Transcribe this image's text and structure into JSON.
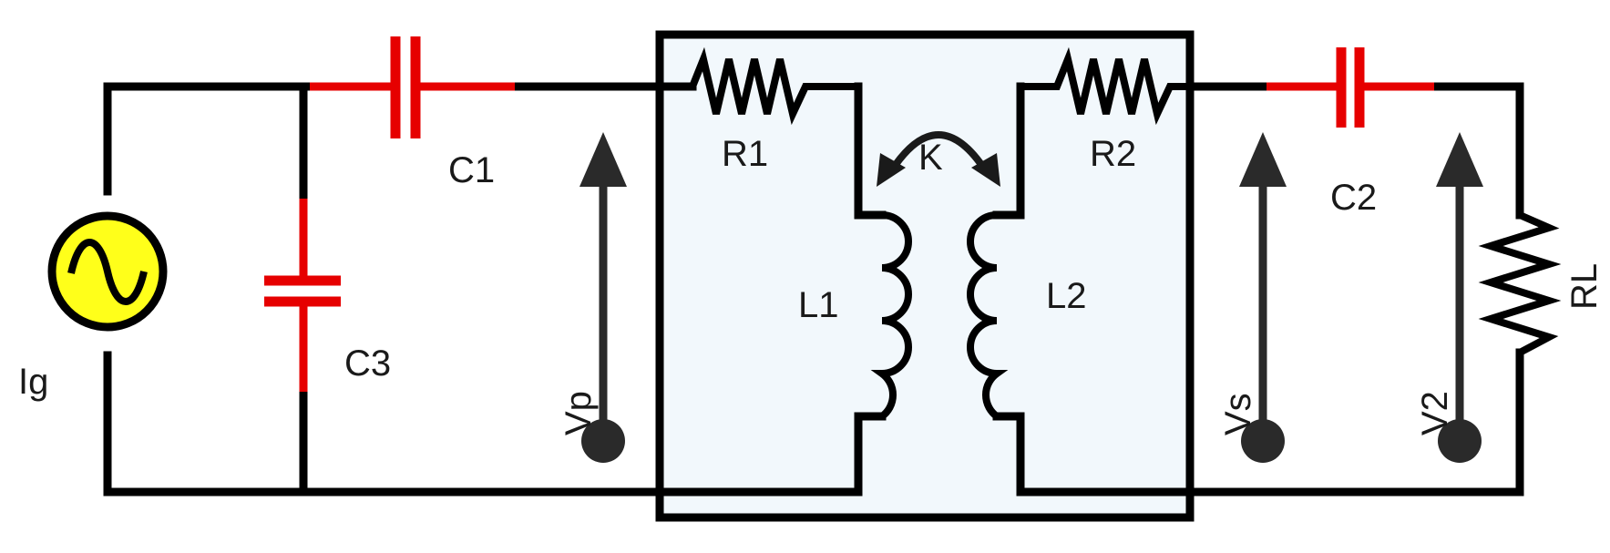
{
  "colors": {
    "wire": "#000000",
    "capacitor": "#e60000",
    "source_fill": "#ffff1a",
    "transformer_fill": "#f2f8fc",
    "arrow": "#2a2a2a"
  },
  "labels": {
    "source": "Ig",
    "c1": "C1",
    "c2": "C2",
    "c3": "C3",
    "r1": "R1",
    "r2": "R2",
    "rl": "RL",
    "l1": "L1",
    "l2": "L2",
    "k": "K",
    "vp": "Vp",
    "vs": "Vs",
    "v2": "V2"
  }
}
